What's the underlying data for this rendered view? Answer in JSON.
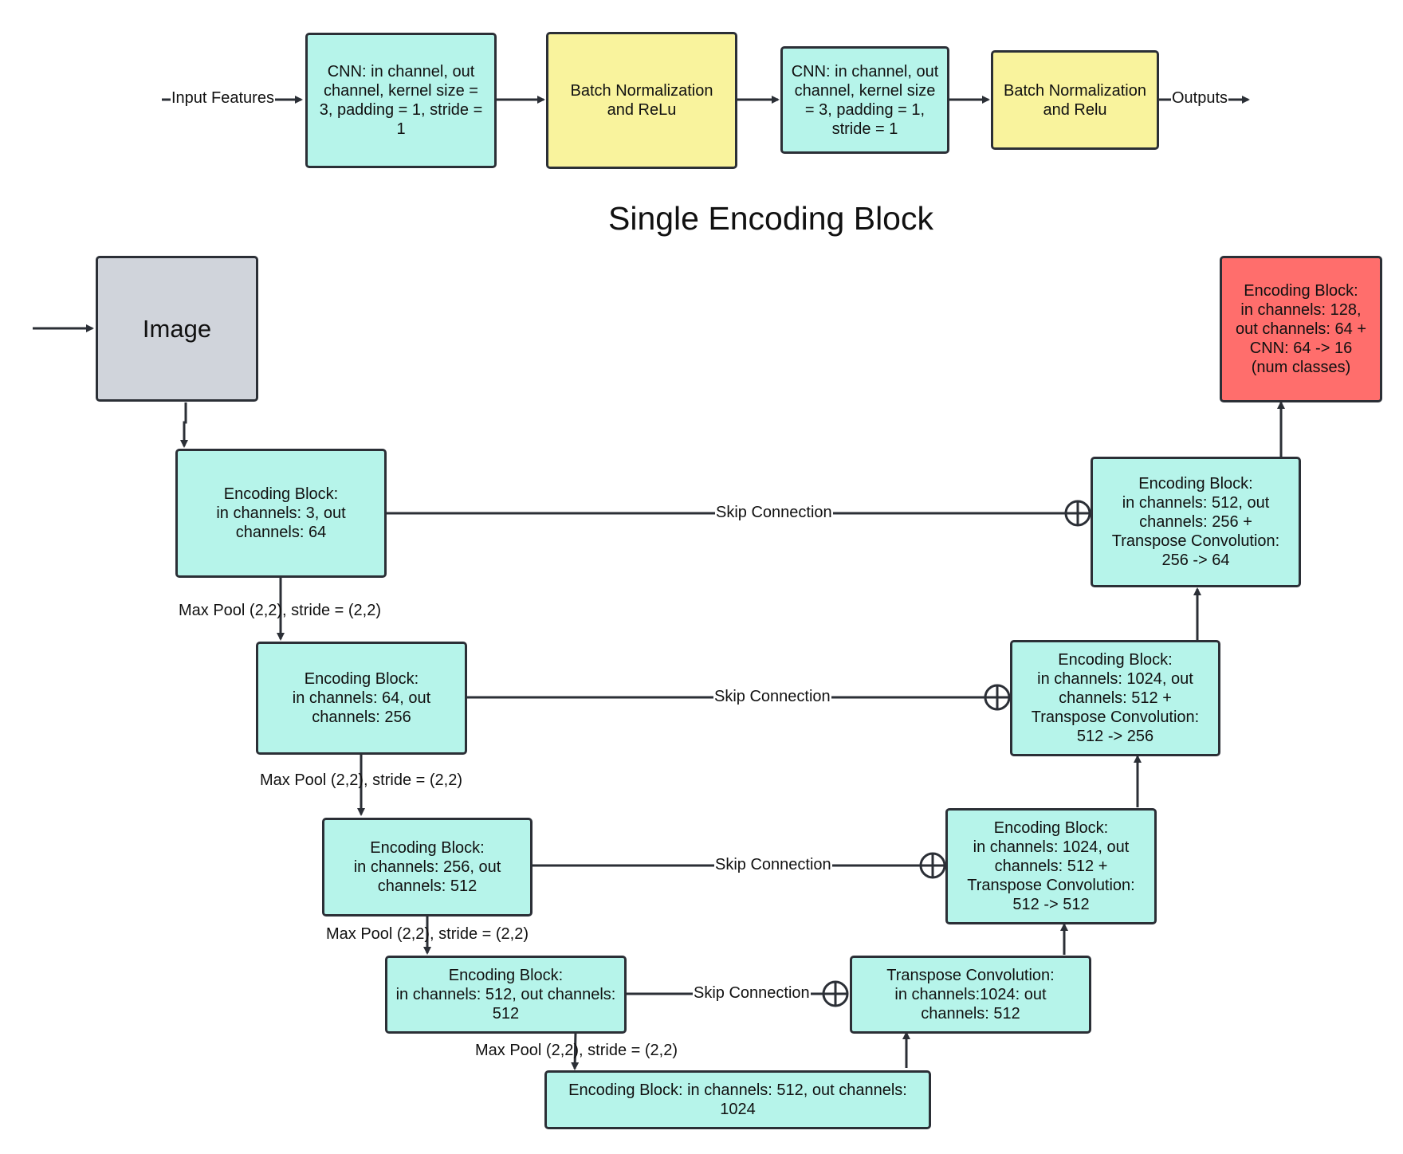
{
  "colors": {
    "cyan_box": "#b6f4ea",
    "yellow_box": "#f9f39d",
    "gray_box": "#d0d4db",
    "red_box": "#ff6e6c",
    "line": "#2b2f36"
  },
  "single_block": {
    "title": "Single Encoding Block",
    "input_label": "Input Features",
    "output_label": "Outputs",
    "cnn1": "CNN: in channel, out channel, kernel size = 3, padding = 1, stride = 1",
    "bn1": "Batch Normalization and ReLu",
    "cnn2": "CNN: in channel, out channel, kernel size = 3, padding = 1, stride = 1",
    "bn2": "Batch Normalization and Relu"
  },
  "unet": {
    "image": "Image",
    "enc1": "Encoding Block:\nin channels: 3, out\nchannels: 64",
    "enc2": "Encoding Block:\nin channels: 64, out\nchannels: 256",
    "enc3": "Encoding Block:\nin channels: 256, out\nchannels: 512",
    "enc4": "Encoding Block:\nin channels: 512, out channels:\n512",
    "bottleneck": "Encoding Block:  in channels: 512, out channels:\n1024",
    "tconv": "Transpose Convolution:\nin channels:1024: out\nchannels: 512",
    "dec1": "Encoding Block:\nin channels: 1024, out\nchannels: 512 +\nTranspose Convolution:\n512 -> 512",
    "dec2": "Encoding Block:\nin channels: 1024, out\nchannels: 512 +\nTranspose Convolution:\n512 -> 256",
    "dec3": "Encoding Block:\nin channels: 512, out\nchannels: 256 +\nTranspose Convolution:\n256 -> 64",
    "final": "Encoding Block:\nin channels: 128,\nout channels: 64 +\nCNN: 64 -> 16\n(num classes)",
    "max_pool_label": "Max Pool (2,2), stride = (2,2)",
    "skip_label": "Skip Connection"
  }
}
